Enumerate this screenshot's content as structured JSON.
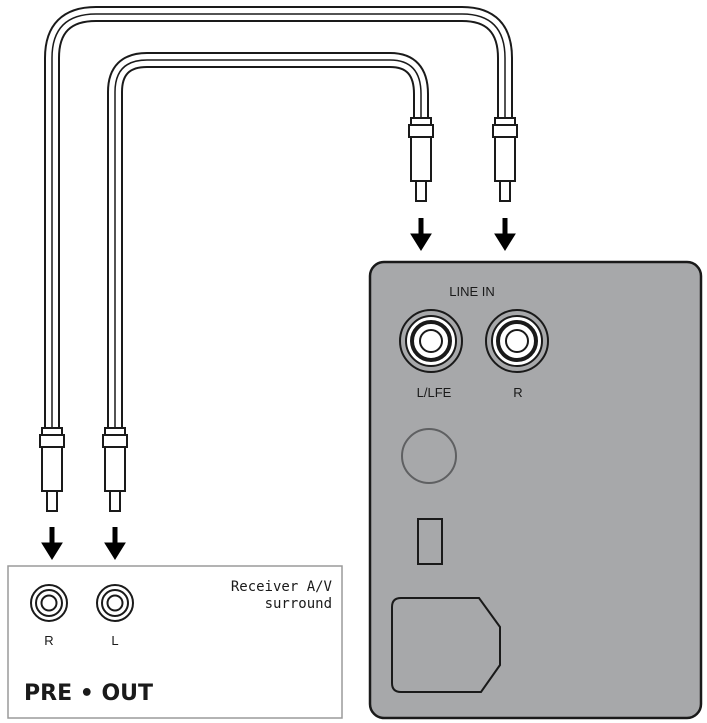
{
  "receiver": {
    "title_line1": "Receiver A/V",
    "title_line2": "surround",
    "jack_right_label": "R",
    "jack_left_label": "L",
    "section_label": "PRE • OUT"
  },
  "subwoofer": {
    "input_title": "LINE IN",
    "jack_left_label": "L/LFE",
    "jack_right_label": "R"
  },
  "colors": {
    "panel_gray": "#a7a8aa",
    "line": "#1a1a1a",
    "background": "#ffffff"
  }
}
